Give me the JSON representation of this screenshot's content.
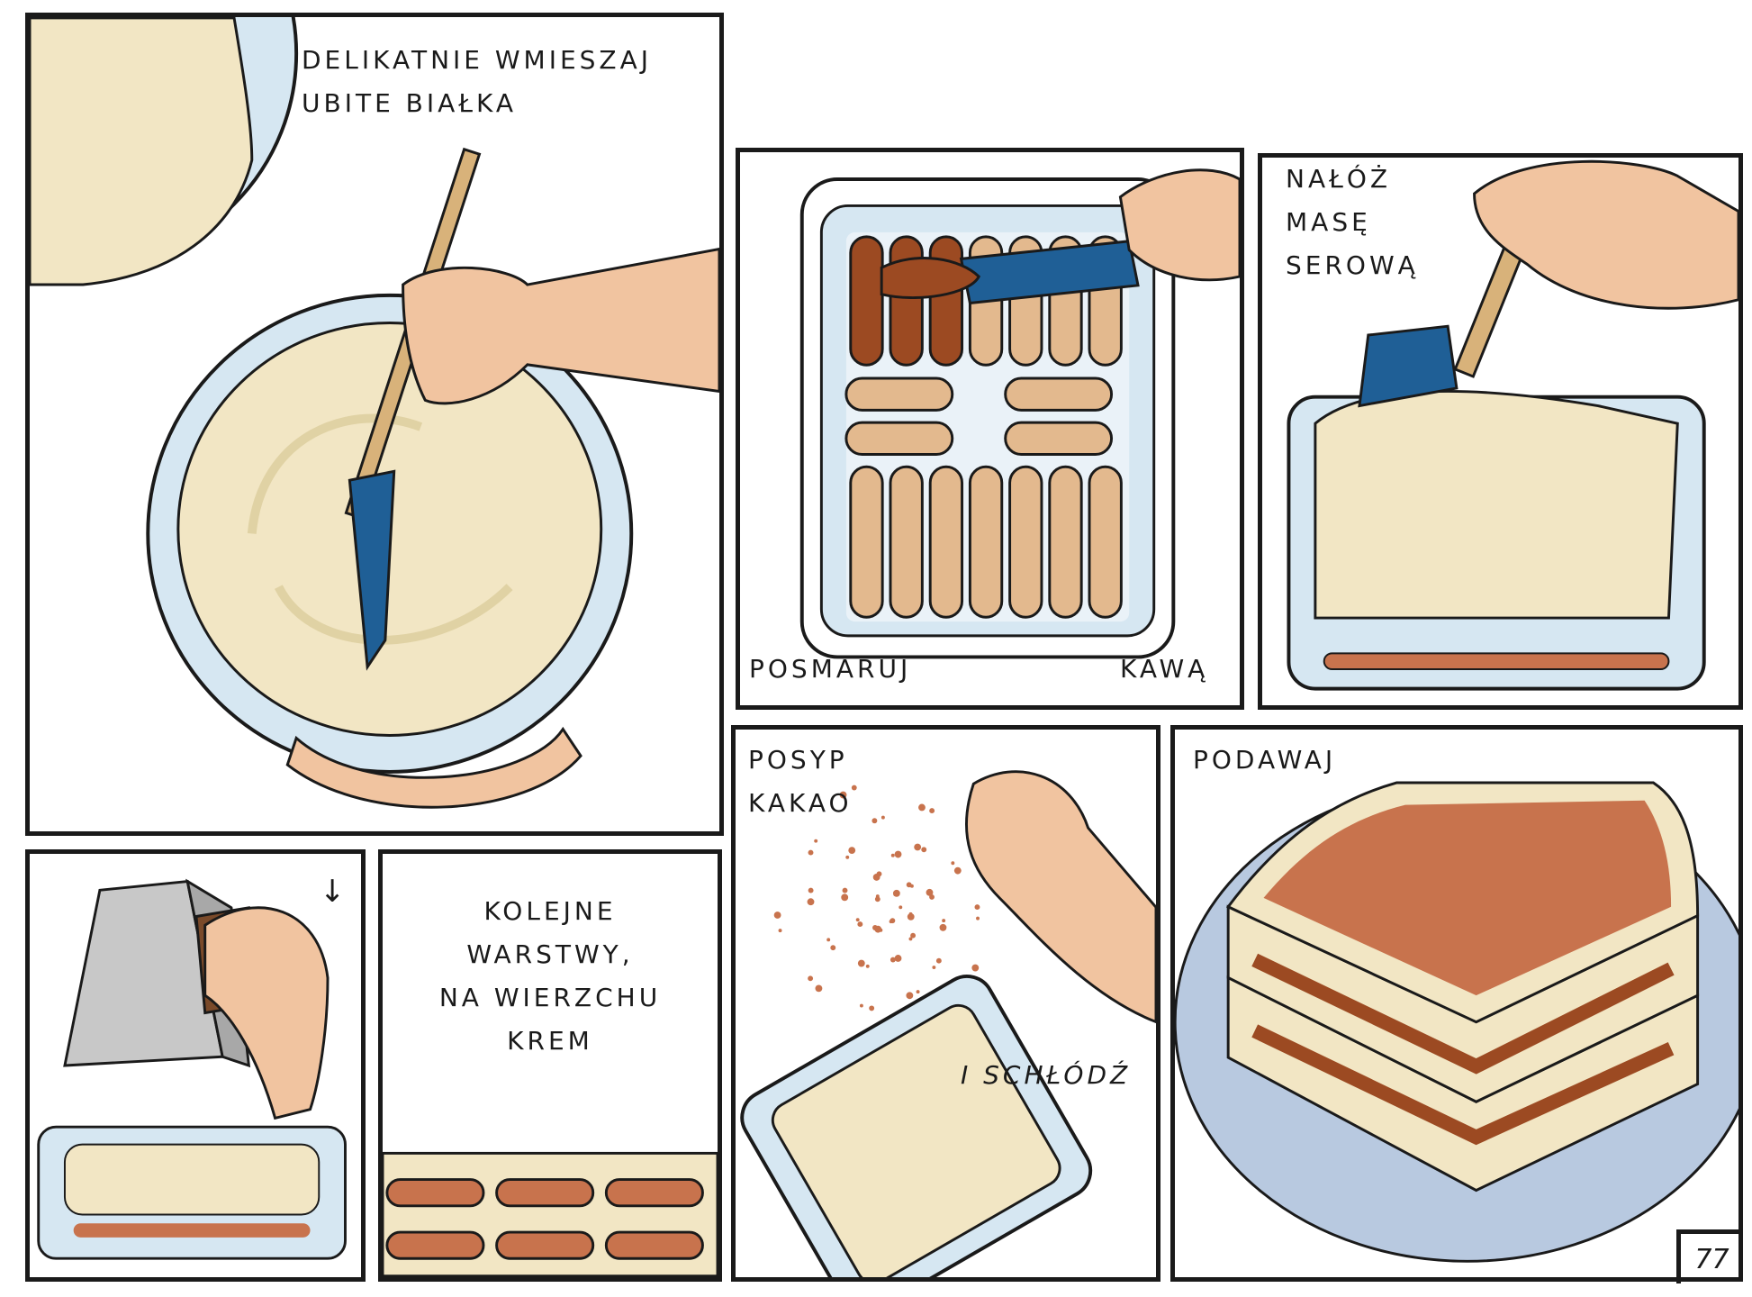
{
  "panels": {
    "fold_whites": {
      "caption": [
        "DELIKATNIE WMIESZAJ",
        "UBITE BIAŁKA"
      ]
    },
    "brush_coffee": {
      "caption_left": "POSMARUJ",
      "caption_right": "KAWĄ"
    },
    "spread_cheese": {
      "caption": [
        "NAŁÓŻ",
        "MASĘ",
        "SEROWĄ"
      ]
    },
    "grate_chocolate": {
      "arrow": "↓"
    },
    "next_layers": {
      "caption": [
        "KOLEJNE",
        "WARSTWY,",
        "NA WIERZCHU",
        "KREM"
      ]
    },
    "sprinkle_cocoa": {
      "caption": [
        "POSYP",
        "KAKAO"
      ],
      "caption_chill": "I SCHŁÓDŹ"
    },
    "serve": {
      "caption": "PODAWAJ"
    }
  },
  "page_number": "77",
  "colors": {
    "outline": "#1a1a1a",
    "cream": "#f2e6c4",
    "skin": "#f1c4a0",
    "glass": "#d6e7f2",
    "ladyfinger": "#e3b98e",
    "coffee": "#9c4a22",
    "spatula_blue": "#1f5f96",
    "wood": "#d8b27a",
    "cocoa": "#c8734d",
    "plate": "#b8c9e0"
  }
}
